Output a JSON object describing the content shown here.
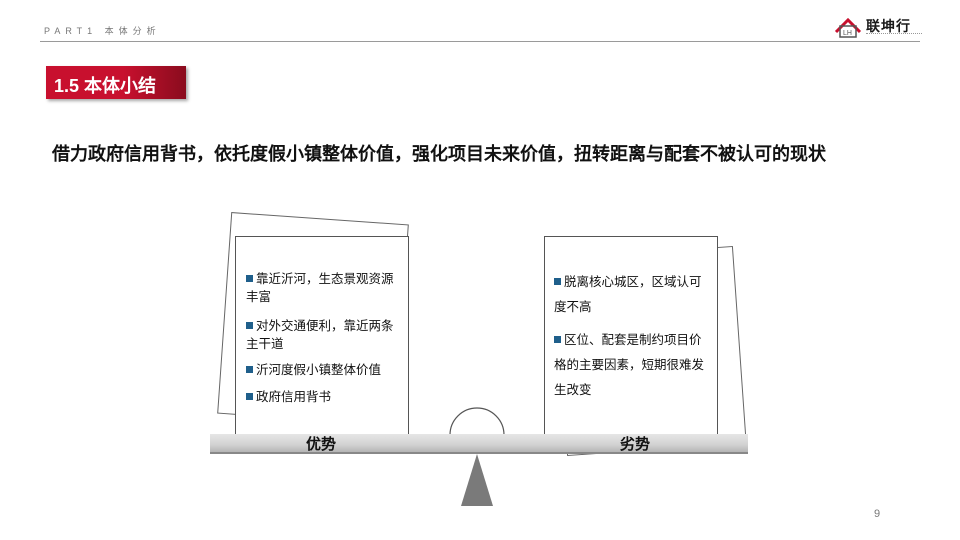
{
  "header": {
    "label": "PART1 本体分析"
  },
  "logo": {
    "brand": "联坤行"
  },
  "section": {
    "badge": "1.5 本体小结"
  },
  "headline": "借力政府信用背书，依托度假小镇整体价值，强化项目未来价值，扭转距离与配套不被认可的现状",
  "advantages": {
    "label": "优势",
    "items": [
      "靠近沂河，生态景观资源丰富",
      "对外交通便利，靠近两条主干道",
      "沂河度假小镇整体价值",
      "政府信用背书"
    ]
  },
  "disadvantages": {
    "label": "劣势",
    "items": [
      "脱离核心城区，区域认可度不高",
      "区位、配套是制约项目价格的主要因素，短期很难发生改变"
    ]
  },
  "page": {
    "number": "9"
  },
  "colors": {
    "accent": "#c8102e",
    "bullet": "#1f5f8b"
  }
}
